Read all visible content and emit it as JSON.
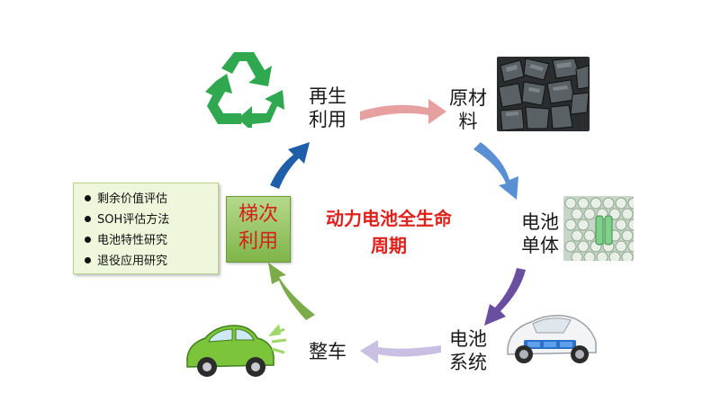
{
  "center_title": [
    "动力电池全生命",
    "周期"
  ],
  "nodes": {
    "regeneration": [
      "再生",
      "利用"
    ],
    "raw_material": [
      "原材",
      "料"
    ],
    "battery_cell": [
      "电池",
      "单体"
    ],
    "battery_system": [
      "电池",
      "系统"
    ],
    "vehicle": [
      "整车"
    ],
    "cascade_use": [
      "梯次",
      "利用"
    ]
  },
  "cascade_notes": [
    "剩余价值评估",
    "SOH评估方法",
    "电池特性研究",
    "退役应用研究"
  ],
  "colors": {
    "title_red": "#e0201b",
    "arrow_pink": "#e09090",
    "arrow_blue": "#5b8fd3",
    "arrow_purple": "#6a4fa0",
    "arrow_lavender": "#c5bbe0",
    "arrow_green": "#7cac4a",
    "arrow_navy": "#1f5ea8",
    "recycle_green": "#2fa84f"
  },
  "icons": [
    "recycle-icon",
    "raw-material-photo",
    "battery-cells-photo",
    "ev-chassis-photo",
    "green-car-photo"
  ]
}
